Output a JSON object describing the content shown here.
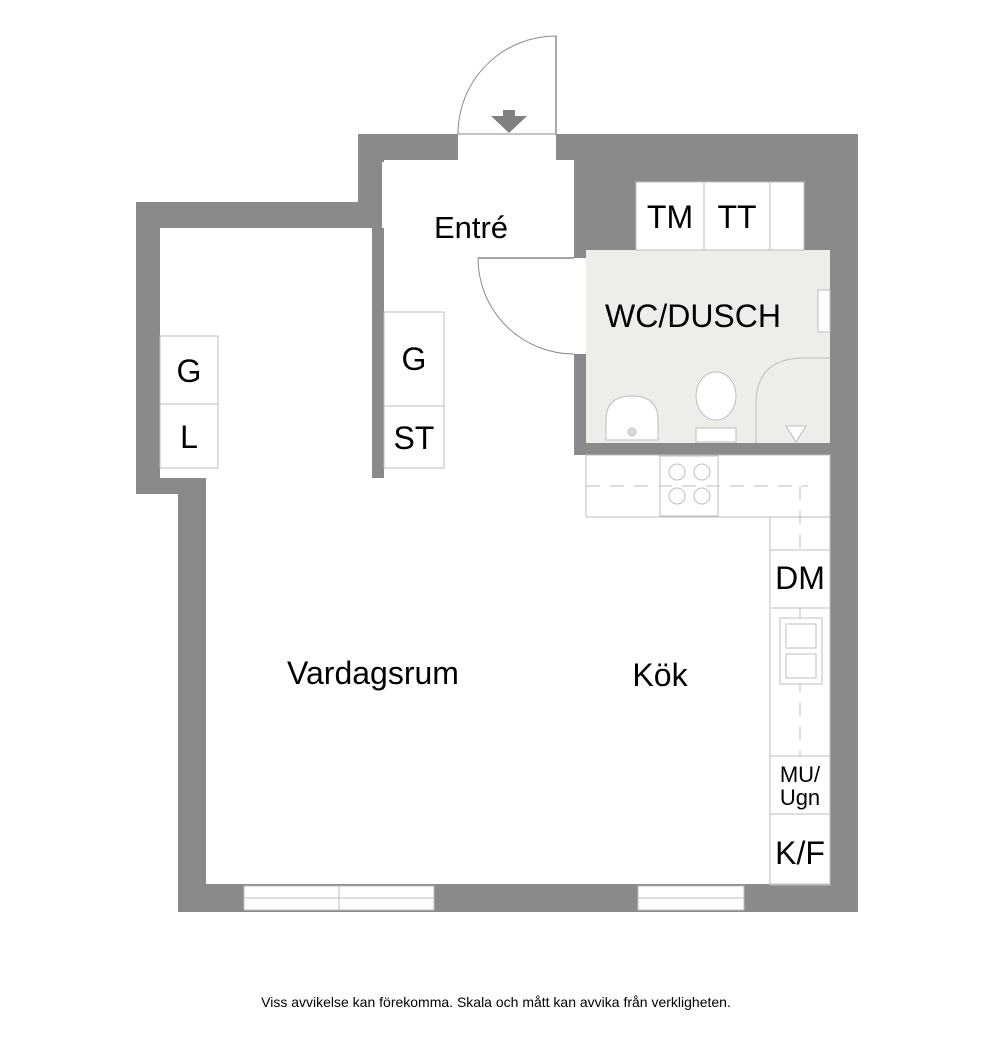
{
  "plan": {
    "rooms": {
      "entre": "Entré",
      "bathroom": "WC/DUSCH",
      "living_room": "Vardagsrum",
      "kitchen": "Kök"
    },
    "fixtures": {
      "washer": "TM",
      "dryer": "TT",
      "wardrobe_left": "G",
      "linen_left": "L",
      "wardrobe_hall": "G",
      "cleaning_cabinet": "ST",
      "dishwasher": "DM",
      "microwave_oven_line1": "MU/",
      "microwave_oven_line2": "Ugn",
      "fridge_freezer": "K/F"
    },
    "colors": {
      "wall": "#8a8a8a",
      "bathroom_floor": "#efedea",
      "floor": "#ffffff"
    }
  },
  "footer": {
    "disclaimer": "Viss avvikelse kan förekomma. Skala och mått kan avvika från verkligheten."
  }
}
